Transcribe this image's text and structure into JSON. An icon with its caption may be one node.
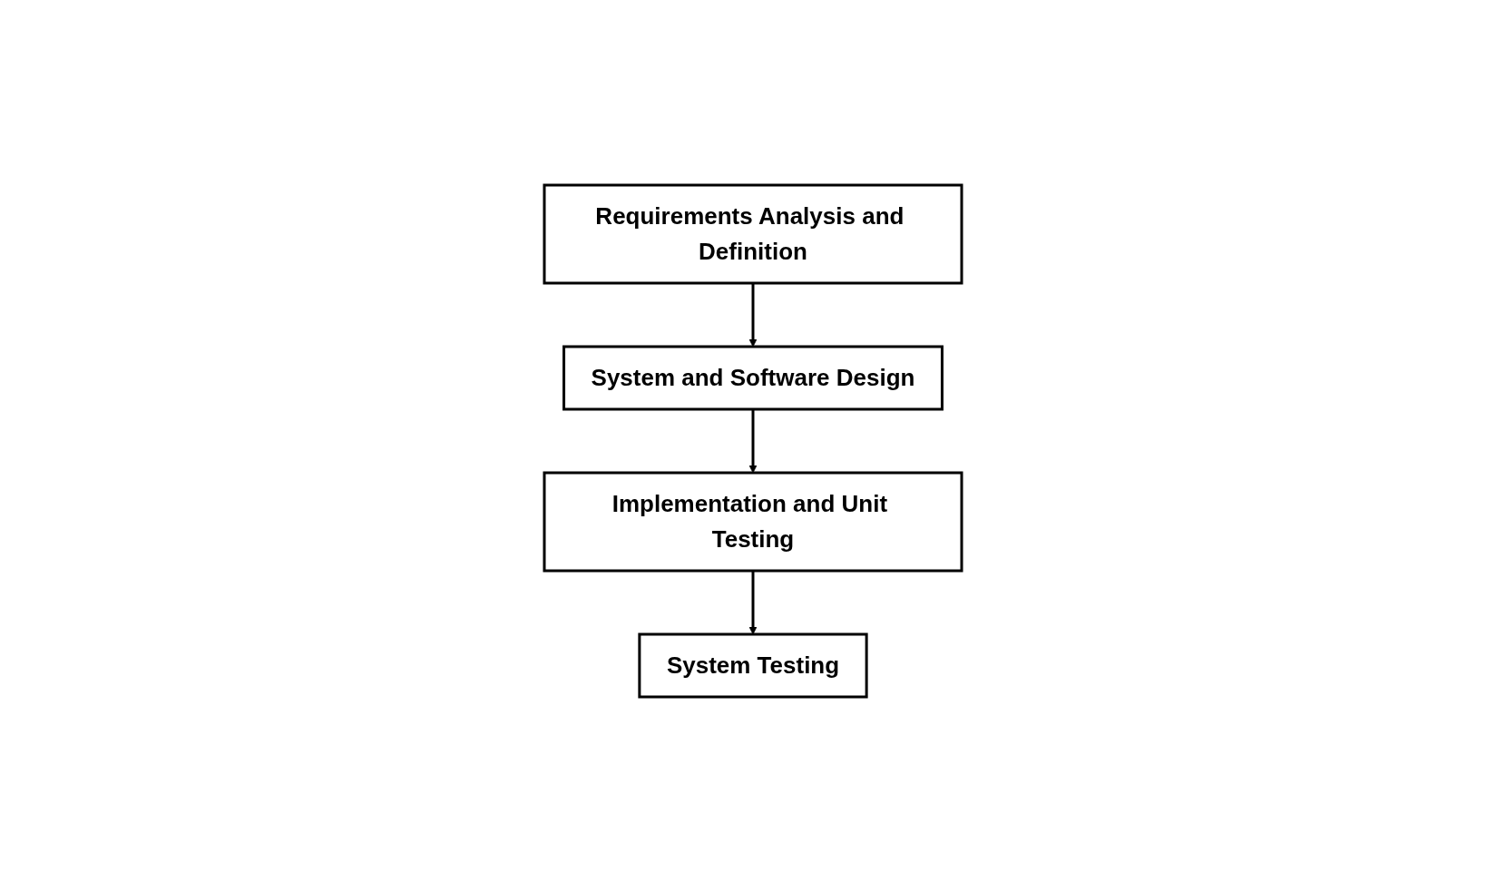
{
  "diagram": {
    "nodes": [
      {
        "text": [
          "Requirements Analysis and Definition"
        ]
      },
      {
        "text": [
          "System and Software Design"
        ]
      },
      {
        "text": [
          "Implementation and Unit Testing"
        ]
      },
      {
        "text": [
          "System Testing"
        ]
      }
    ],
    "edges": [
      {
        "from": 0,
        "to": 1,
        "arrow": "to"
      },
      {
        "from": 1,
        "to": 2,
        "arrow": "to"
      },
      {
        "from": 2,
        "to": 3,
        "arrow": "to"
      }
    ]
  }
}
